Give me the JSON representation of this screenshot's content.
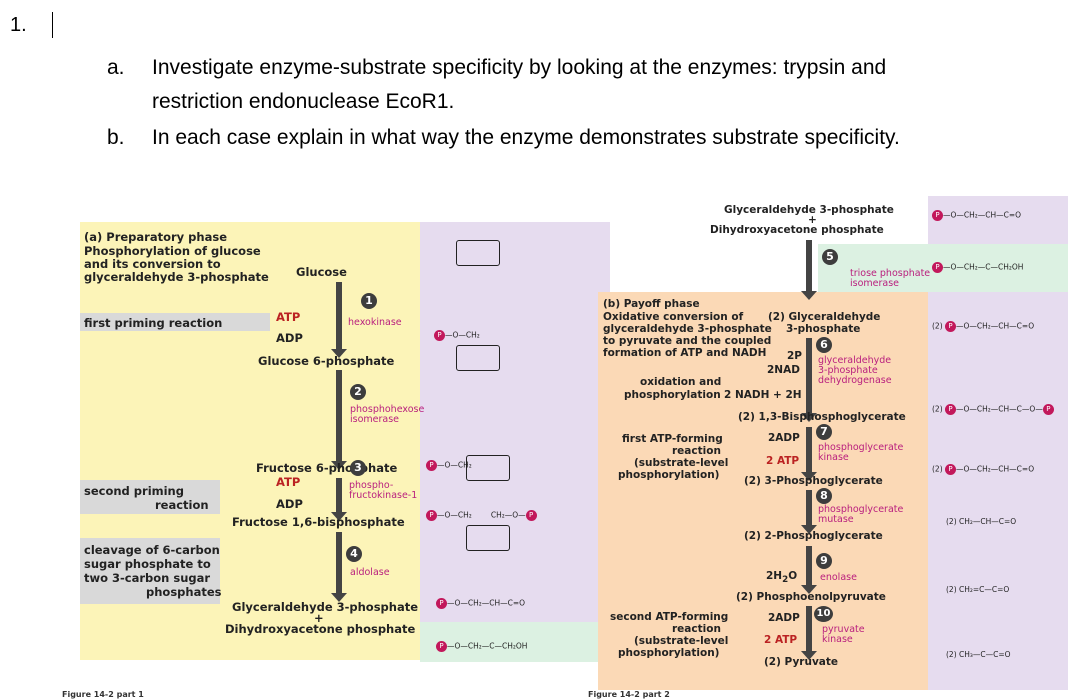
{
  "question": {
    "number": "1.",
    "parts": [
      {
        "label": "a.",
        "line1": "Investigate enzyme-substrate specificity by looking at the enzymes: trypsin and",
        "line2": "restriction endonuclease EcoR1."
      },
      {
        "label": "b.",
        "line1": "In each case explain in what way the enzyme demonstrates substrate specificity."
      }
    ]
  },
  "figure": {
    "left": {
      "phase_title": "(a) Preparatory phase",
      "phase_desc": [
        "Phosphorylation of glucose",
        "and its conversion to",
        "glyceraldehyde 3-phosphate"
      ],
      "labels": {
        "glucose": "Glucose",
        "first_priming": "first priming reaction",
        "atp1": "ATP",
        "adp1": "ADP",
        "hexokinase": "hexokinase",
        "g6p": "Glucose 6-phosphate",
        "phi": [
          "phosphohexose",
          "isomerase"
        ],
        "f6p": "Fructose 6-phosphate",
        "second_priming": [
          "second priming",
          "reaction"
        ],
        "atp2": "ATP",
        "adp2": "ADP",
        "pfk": [
          "phospho-",
          "fructokinase-1"
        ],
        "f16bp": "Fructose 1,6-bisphosphate",
        "cleavage": [
          "cleavage of 6-carbon",
          "sugar phosphate to",
          "two 3-carbon sugar",
          "phosphates"
        ],
        "aldolase": "aldolase",
        "g3p": "Glyceraldehyde 3-phosphate",
        "plus": "+",
        "dhap": "Dihydroxyacetone phosphate"
      },
      "steps": [
        "1",
        "2",
        "3",
        "4"
      ],
      "caption": "Figure 14-2 part 1"
    },
    "right": {
      "top_g3p": "Glyceraldehyde 3-phosphate",
      "top_plus": "+",
      "top_dhap": "Dihydroxyacetone phosphate",
      "tpi": [
        "triose phosphate",
        "isomerase"
      ],
      "phase_title": "(b) Payoff phase",
      "phase_desc": [
        "Oxidative conversion of",
        "glyceraldehyde 3-phosphate",
        "to pyruvate and the coupled",
        "formation of ATP and NADH"
      ],
      "labels": {
        "two_g3p": [
          "(2) Glyceraldehyde",
          "3-phosphate"
        ],
        "two_pi": "2P",
        "two_nad": "2NAD",
        "gapdh": [
          "glyceraldehyde",
          "3-phosphate",
          "dehydrogenase"
        ],
        "oxphos": [
          "oxidation and",
          "phosphorylation"
        ],
        "nadh": "2 NADH + 2H",
        "bpg": "(2) 1,3-Bisphosphoglycerate",
        "first_atp": [
          "first ATP-forming",
          "reaction",
          "(substrate-level",
          "phosphorylation)"
        ],
        "two_adp1": "2ADP",
        "pgk": [
          "phosphoglycerate",
          "kinase"
        ],
        "two_atp1": "2 ATP",
        "pg3": "(2) 3-Phosphoglycerate",
        "pgm": [
          "phosphoglycerate",
          "mutase"
        ],
        "pg2": "(2) 2-Phosphoglycerate",
        "water": "2H",
        "water_sub": "2",
        "water_o": "O",
        "enolase": "enolase",
        "pep": "(2) Phosphoenolpyruvate",
        "second_atp": [
          "second ATP-forming",
          "reaction",
          "(substrate-level",
          "phosphorylation)"
        ],
        "two_adp2": "2ADP",
        "pk": [
          "pyruvate",
          "kinase"
        ],
        "two_atp2": "2 ATP",
        "pyruvate": "(2) Pyruvate"
      },
      "steps": [
        "5",
        "6",
        "7",
        "8",
        "9",
        "10"
      ],
      "caption": "Figure 14-2 part 2"
    },
    "colors": {
      "yellow": "#fcf4b8",
      "lavender": "#e6dcef",
      "mint": "#dcf1e2",
      "peach": "#fbd9b6",
      "grey": "#d9d9d9",
      "enzyme": "#b9207e"
    }
  }
}
